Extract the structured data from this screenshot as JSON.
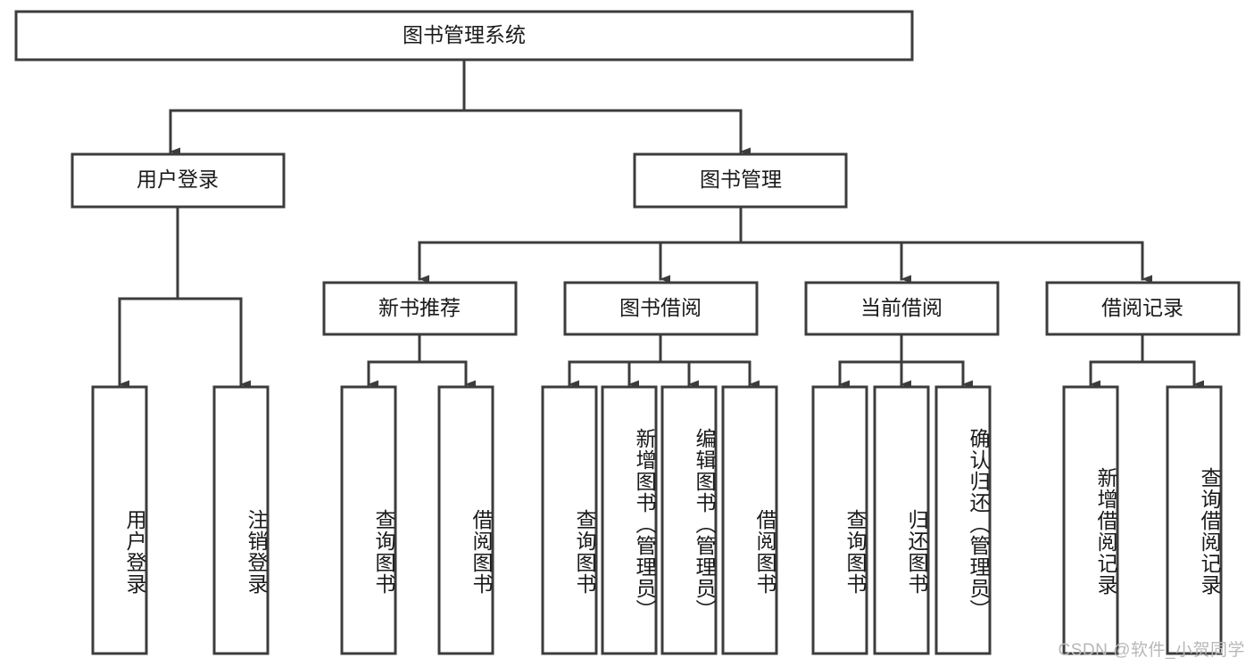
{
  "diagram": {
    "type": "tree-hierarchy",
    "title": "图书管理系统",
    "orientation": "top-down",
    "colors": {
      "box_fill": "#ffffff",
      "box_stroke": "#3c3c3c",
      "text": "#1a1a1a",
      "watermark": "#b8b8b8",
      "background": "#ffffff"
    },
    "root": {
      "label": "图书管理系统"
    },
    "level2": [
      {
        "label": "用户登录"
      },
      {
        "label": "图书管理"
      }
    ],
    "level3": [
      {
        "label": "新书推荐"
      },
      {
        "label": "图书借阅"
      },
      {
        "label": "当前借阅"
      },
      {
        "label": "借阅记录"
      }
    ],
    "leaves": {
      "user_login": [
        {
          "label": "用户登录"
        },
        {
          "label": "注销登录"
        }
      ],
      "new_book_recommend": [
        {
          "label": "查询图书"
        },
        {
          "label": "借阅图书"
        }
      ],
      "book_borrow": [
        {
          "label": "查询图书"
        },
        {
          "label": "新增图书（管理员）"
        },
        {
          "label": "编辑图书（管理员）"
        },
        {
          "label": "借阅图书"
        }
      ],
      "current_borrow": [
        {
          "label": "查询图书"
        },
        {
          "label": "归还图书"
        },
        {
          "label": "确认归还（管理员）"
        }
      ],
      "borrow_record": [
        {
          "label": "新增借阅记录"
        },
        {
          "label": "查询借阅记录"
        }
      ]
    }
  },
  "watermark": {
    "text": "CSDN @软件_小贺同学"
  }
}
